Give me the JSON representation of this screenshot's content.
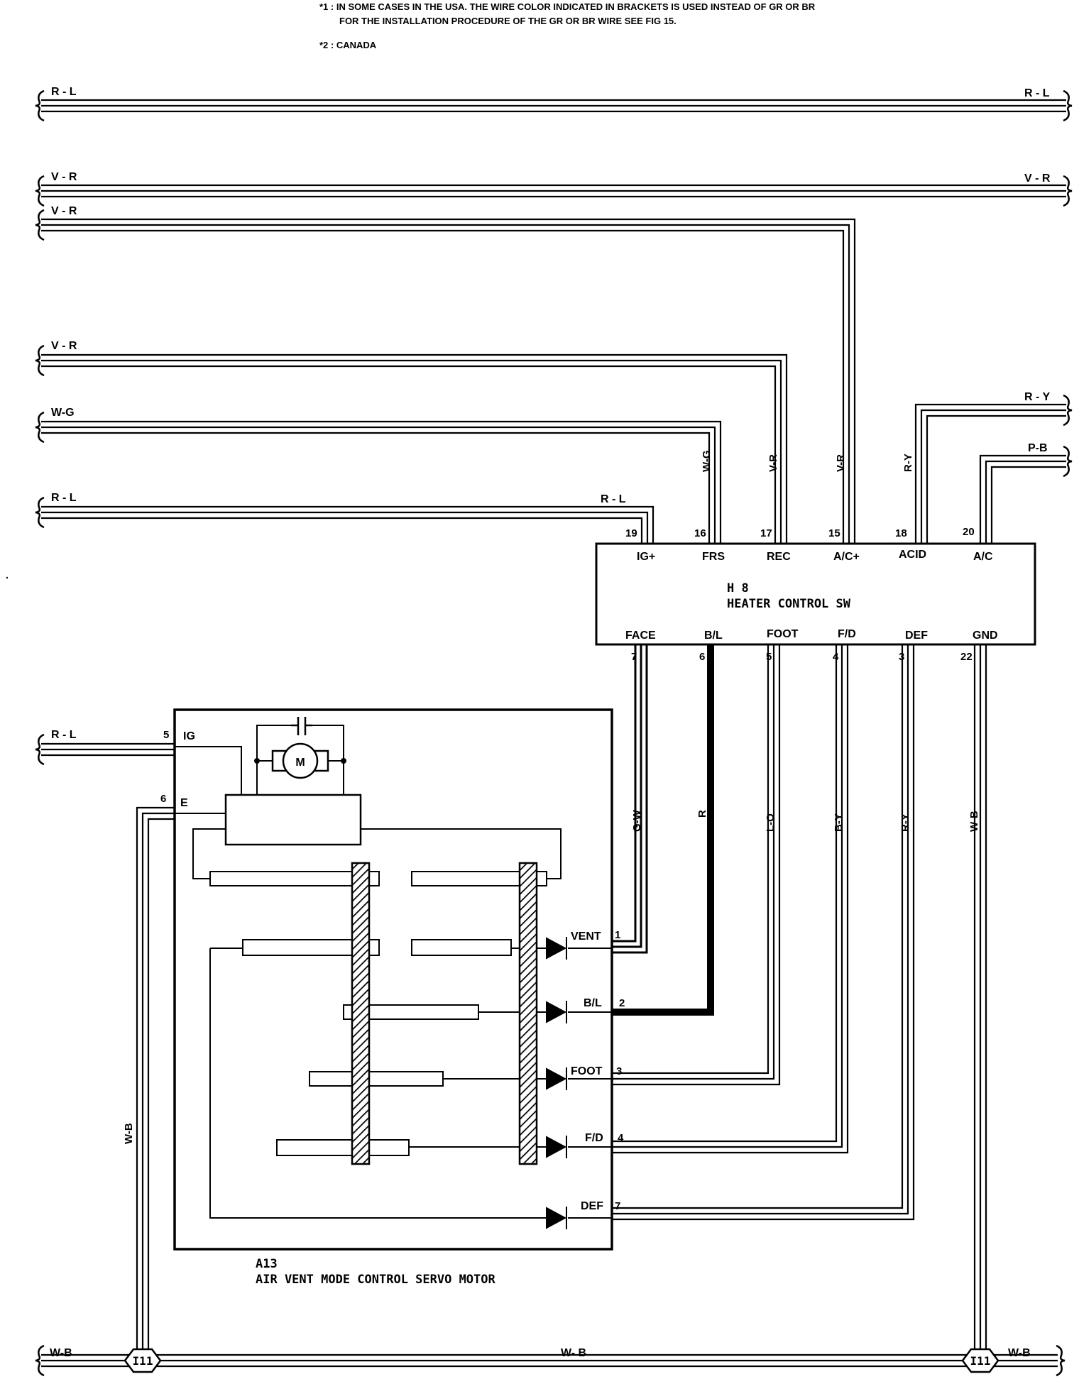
{
  "notes": {
    "line1": "*1 : IN SOME CASES IN THE USA. THE WIRE COLOR INDICATED IN BRACKETS IS USED INSTEAD OF GR OR BR",
    "line2": "FOR THE INSTALLATION PROCEDURE OF THE GR OR BR WIRE SEE FIG 15.",
    "line3": "*2 : CANADA"
  },
  "wire_colors": {
    "w1_left": "R - L",
    "w1_right": "R - L",
    "w2_left": "V - R",
    "w2_right": "V - R",
    "w3_left": "V - R",
    "w3_vert": "V-R",
    "w4_left": "V - R",
    "w4_vert": "V-R",
    "w5_left": "W-G",
    "w5_vert": "W-G",
    "w6_left": "R - L",
    "w6_mid": "R - L",
    "ry_right": "R - Y",
    "ry_vert": "R-Y",
    "pb_right": "P-B",
    "ig_left": "R - L",
    "face_wire": "G-W",
    "bl_wire": "R",
    "foot_wire": "L-O",
    "fd_wire": "B-Y",
    "def_wire": "R-Y",
    "gnd_wire": "W-B",
    "e_wire": "W-B",
    "bottom_left": "W-B",
    "bottom_mid": "W- B",
    "bottom_right": "W-B"
  },
  "heater_switch": {
    "id": "H 8",
    "name": "HEATER CONTROL SW",
    "top_pins": [
      {
        "num": "19",
        "term": "IG+"
      },
      {
        "num": "16",
        "term": "FRS"
      },
      {
        "num": "17",
        "term": "REC"
      },
      {
        "num": "15",
        "term": "A/C+"
      },
      {
        "num": "18",
        "term": "ACID"
      },
      {
        "num": "20",
        "term": "A/C"
      }
    ],
    "bottom_pins": [
      {
        "num": "7",
        "term": "FACE"
      },
      {
        "num": "6",
        "term": "B/L"
      },
      {
        "num": "5",
        "term": "FOOT"
      },
      {
        "num": "4",
        "term": "F/D"
      },
      {
        "num": "3",
        "term": "DEF"
      },
      {
        "num": "22",
        "term": "GND"
      }
    ]
  },
  "servo_motor": {
    "id": "A13",
    "name": "AIR VENT MODE CONTROL SERVO MOTOR",
    "motor_symbol": "M",
    "ig_pin": {
      "num": "5",
      "term": "IG"
    },
    "e_pin": {
      "num": "6",
      "term": "E"
    },
    "outputs": [
      {
        "term": "VENT",
        "num": "1"
      },
      {
        "term": "B/L",
        "num": "2"
      },
      {
        "term": "FOOT",
        "num": "3"
      },
      {
        "term": "F/D",
        "num": "4"
      },
      {
        "term": "DEF",
        "num": "7"
      }
    ]
  },
  "junctions": {
    "left": "I11",
    "right": "I11"
  }
}
